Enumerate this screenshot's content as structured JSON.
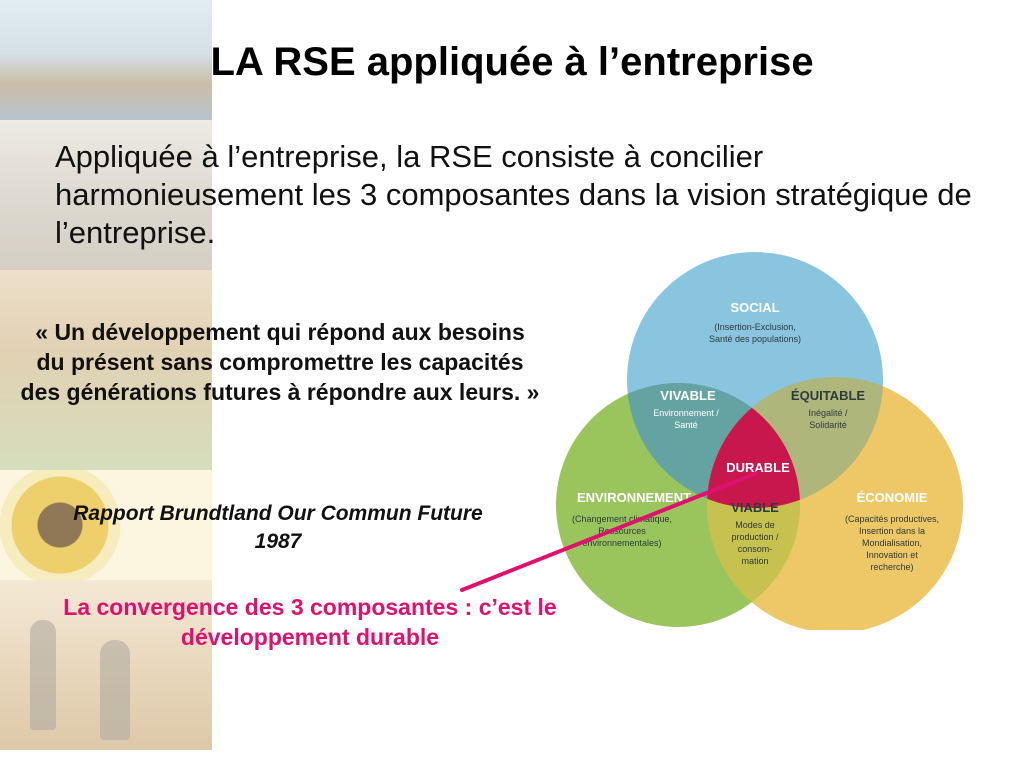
{
  "slide": {
    "title": "LA RSE appliquée à l’entreprise",
    "intro": "Appliquée à l’entreprise, la RSE consiste à concilier harmonieusement les 3 composantes dans la vision stratégique de l’entreprise.",
    "quote": "« Un développement qui répond aux besoins du présent sans compromettre les capacités des générations futures à répondre aux leurs. »",
    "source": "Rapport Brundtland Our Commun Future 1987",
    "convergence": "La convergence des 3 composantes : c’est le développement durable"
  },
  "venn": {
    "social": {
      "label": "SOCIAL",
      "sub1": "(Insertion-Exclusion,",
      "sub2": "Santé des populations)"
    },
    "environnement": {
      "label": "ENVIRONNEMENT",
      "sub1": "(Changement climatique,",
      "sub2": "Ressources",
      "sub3": "environnementales)"
    },
    "economie": {
      "label": "ÉCONOMIE",
      "sub1": "(Capacités productives,",
      "sub2": "Insertion dans la",
      "sub3": "Mondialisation,",
      "sub4": "Innovation et",
      "sub5": "recherche)"
    },
    "vivable": {
      "label": "VIVABLE",
      "sub1": "Environnement /",
      "sub2": "Santé"
    },
    "equitable": {
      "label": "ÉQUITABLE",
      "sub1": "Inégalité /",
      "sub2": "Solidarité"
    },
    "viable": {
      "label": "VIABLE",
      "sub1": "Modes de",
      "sub2": "production /",
      "sub3": "consom-",
      "sub4": "mation"
    },
    "durable": {
      "label": "DURABLE"
    }
  },
  "colors": {
    "social": "#6fb8d8",
    "environnement": "#8fbf4a",
    "economie": "#ecc156",
    "durable": "#c8174d",
    "accent": "#e0106f"
  }
}
